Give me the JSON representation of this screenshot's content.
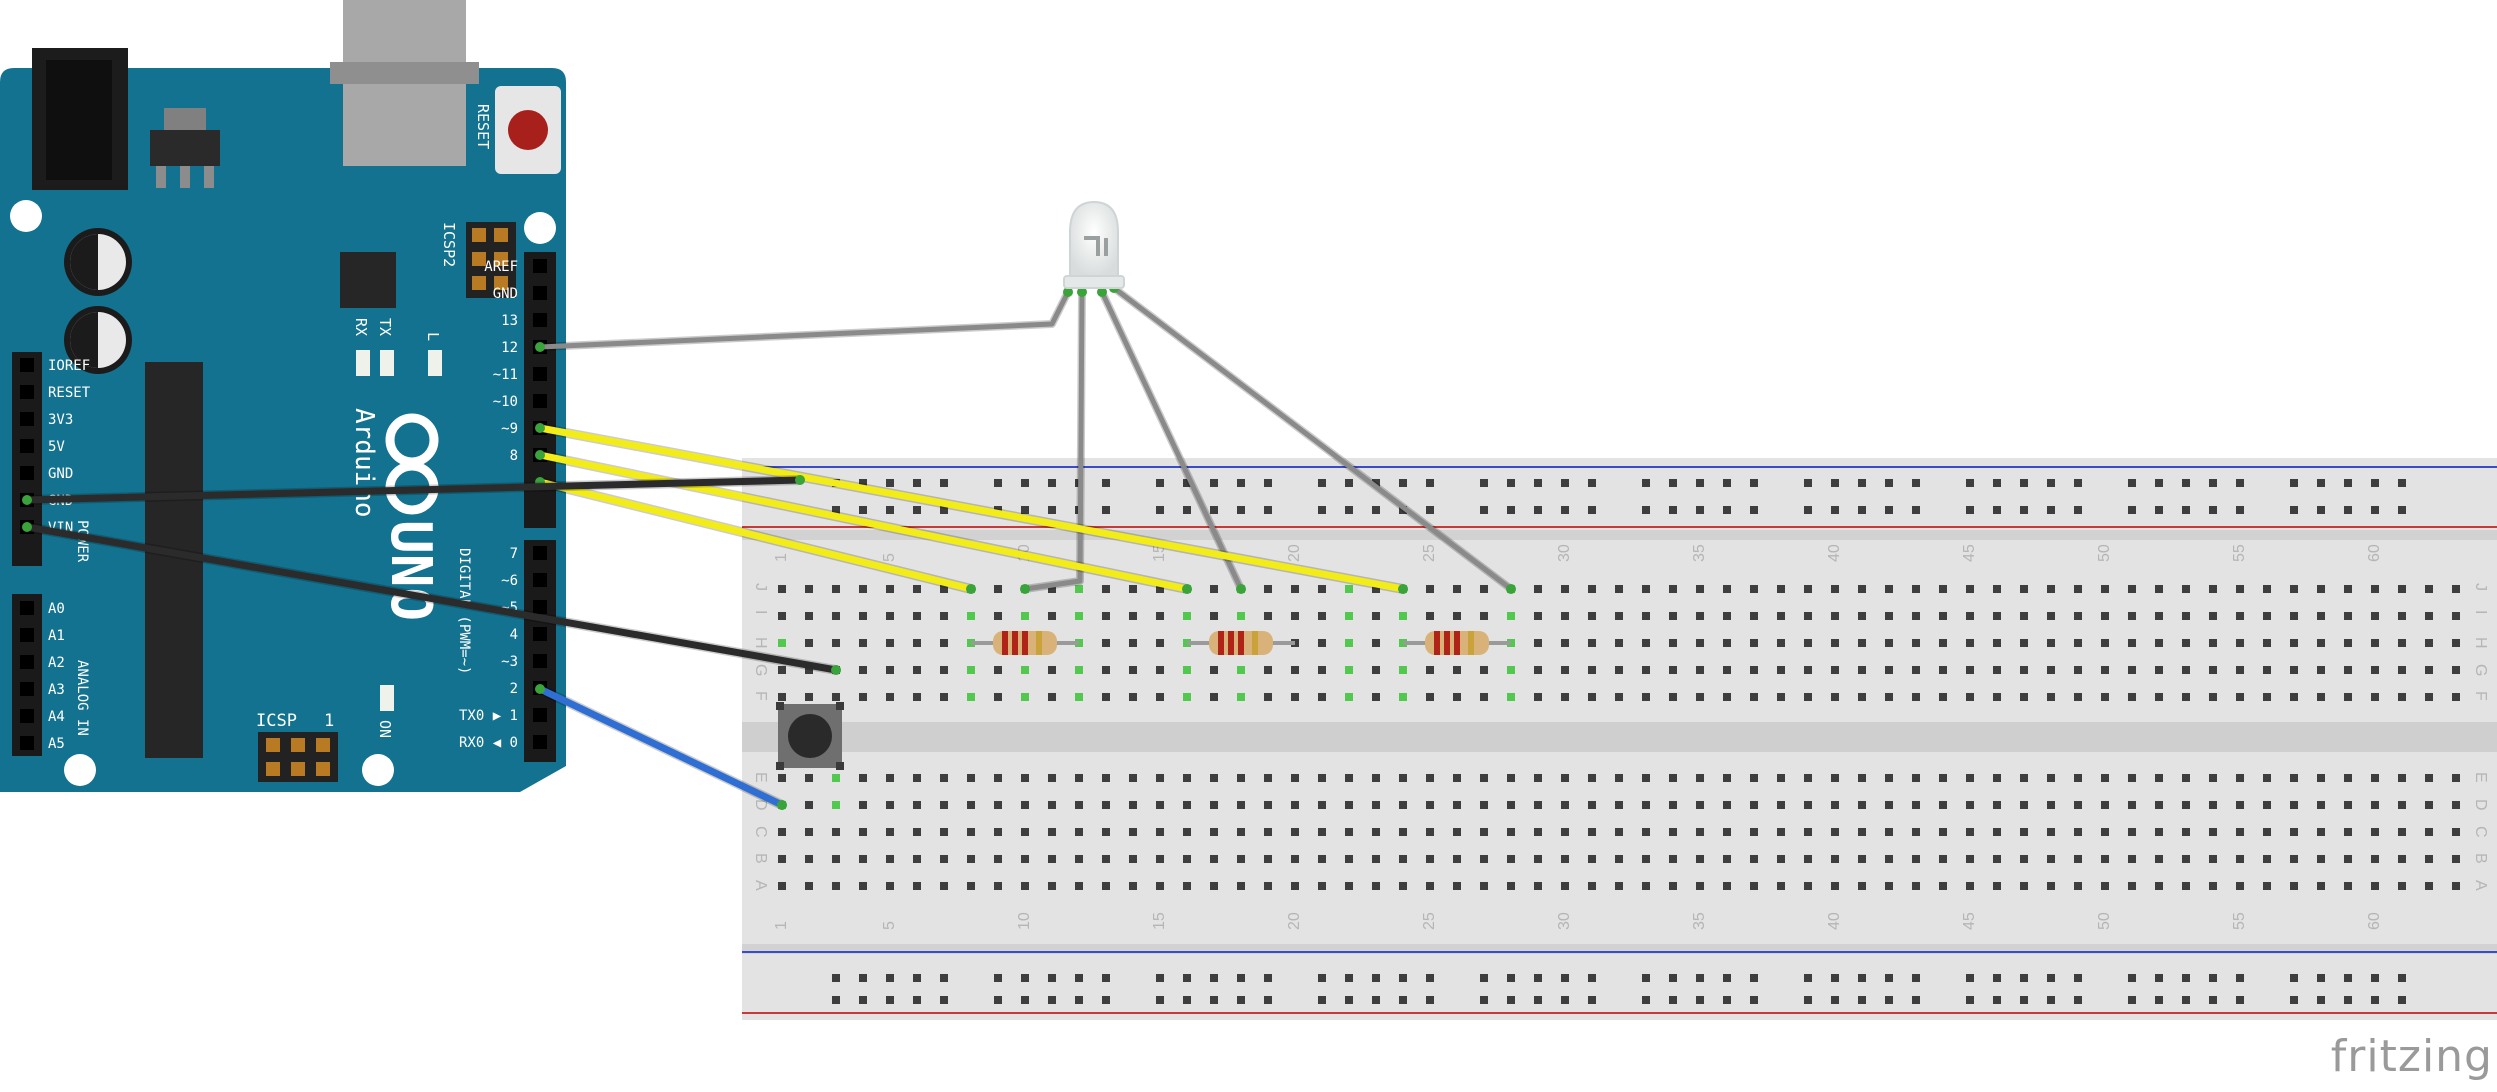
{
  "brand": "fritzing",
  "arduino": {
    "model_text": "UNO",
    "brand_text": "Arduino",
    "reset_label": "RESET",
    "icsp2_label": "ICSP2",
    "icsp_label": "ICSP",
    "icsp_pin1": "1",
    "led_labels": [
      "RX",
      "TX",
      "L"
    ],
    "on_label": "ON",
    "power_header_label": "POWER",
    "analog_header_label": "ANALOG IN",
    "digital_header_label": "DIGITAL (PWM=~)",
    "power_pins": [
      "IOREF",
      "RESET",
      "3V3",
      "5V",
      "GND",
      "GND",
      "VIN"
    ],
    "analog_pins": [
      "A0",
      "A1",
      "A2",
      "A3",
      "A4",
      "A5"
    ],
    "top_pins": [
      "AREF",
      "GND",
      "13",
      "12",
      "~11",
      "~10",
      "~9",
      "8"
    ],
    "bottom_pins": [
      "7",
      "~6",
      "~5",
      "4",
      "~3",
      "2",
      "TX0 ▶ 1",
      "RX0 ◀ 0"
    ]
  },
  "breadboard": {
    "column_numbers": [
      "1",
      "5",
      "10",
      "15",
      "20",
      "25",
      "30",
      "35",
      "40",
      "45",
      "50",
      "55",
      "60"
    ],
    "row_letters_top": [
      "J",
      "I",
      "H",
      "G",
      "F"
    ],
    "row_letters_bottom": [
      "E",
      "D",
      "C",
      "B",
      "A"
    ]
  },
  "wire_colors": {
    "yellow": "#f2ec19",
    "black": "#2b2b2b",
    "blue": "#2f6fd4",
    "grey": "#8a8a8a"
  }
}
